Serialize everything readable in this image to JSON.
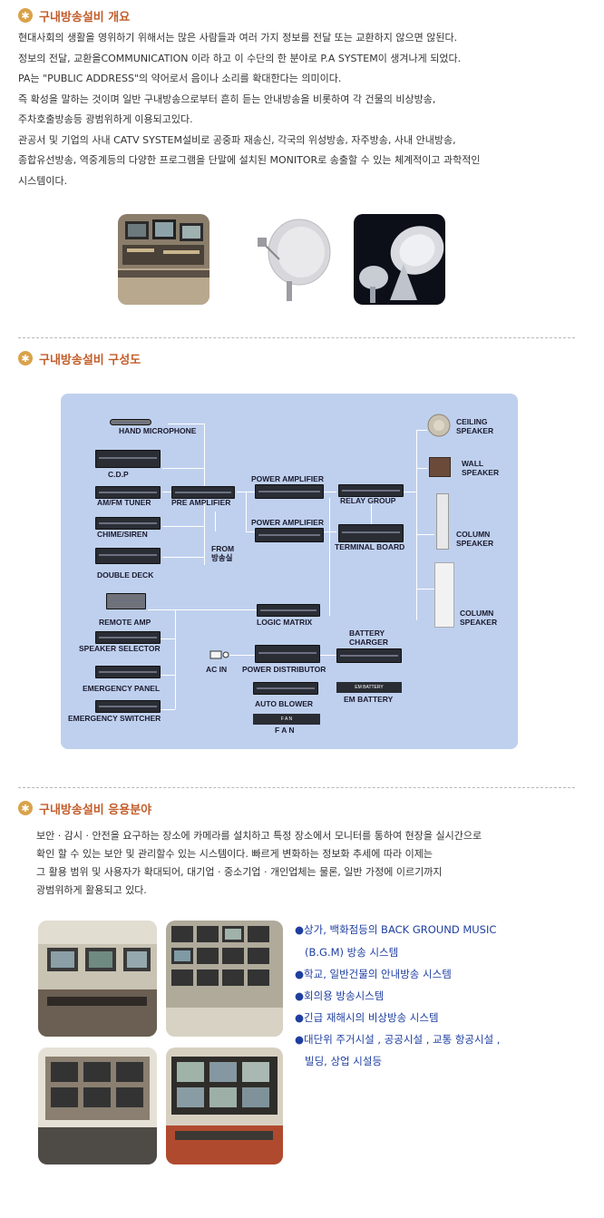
{
  "section1": {
    "title": "구내방송설비 개요",
    "lines": [
      "현대사회의 생활을 영위하기 위해서는 많은 사람들과 여러 가지 정보를 전달 또는 교환하지 않으면 않된다.",
      "정보의 전달, 교환을COMMUNICATION 이라 하고 이 수단의 한 분야로 P.A SYSTEM이 생겨나게 되었다.",
      "PA는 \"PUBLIC ADDRESS\"의 약어로서 음이나 소리를 확대한다는 의미이다.",
      "즉 확성을 말하는 것이며 일반 구내방송으로부터 흔히 듣는 안내방송을 비롯하여 각 건물의 비상방송,",
      "주차호출방송등 광범위하게 이용되고있다.",
      "관공서 및 기업의 사내 CATV SYSTEM설비로 공중파 재송신, 각국의 위성방송, 자주방송, 사내 안내방송,",
      "종합유선방송, 역중계등의 다양한 프로그램을 단말에 설치된 MONITOR로 송출할 수 있는  체계적이고 과학적인",
      "시스템이다."
    ]
  },
  "section2": {
    "title": "구내방송설비 구성도",
    "labels": {
      "hand_microphone": "HAND MICROPHONE",
      "cdp": "C.D.P",
      "amfm_tuner": "AM/FM TUNER",
      "pre_amplifier": "PRE AMPLIFIER",
      "chime_siren": "CHIME/SIREN",
      "from": "FROM",
      "from_room": "방송실",
      "double_deck": "DOUBLE DECK",
      "power_amp_1": "POWER AMPLIFIER",
      "power_amp_2": "POWER AMPLIFIER",
      "relay_group": "RELAY GROUP",
      "terminal_board": "TERMINAL BOARD",
      "ceiling_speaker_1": "CEILING",
      "ceiling_speaker_2": "SPEAKER",
      "wall_speaker_1": "WALL",
      "wall_speaker_2": "SPEAKER",
      "column_speaker_a1": "COLUMN",
      "column_speaker_a2": "SPEAKER",
      "column_speaker_b1": "COLUMN",
      "column_speaker_b2": "SPEAKER",
      "remote_amp": "REMOTE AMP",
      "logic_matrix": "LOGIC MATRIX",
      "speaker_selector": "SPEAKER SELECTOR",
      "battery_charger_1": "BATTERY",
      "battery_charger_2": "CHARGER",
      "ac_in": "AC IN",
      "power_distributor": "POWER DISTRIBUTOR",
      "emergency_panel": "EMERGENCY PANEL",
      "auto_blower": "AUTO BLOWER",
      "em_battery": "EM BATTERY",
      "em_battery_plate": "EM BATTERY",
      "emergency_switcher": "EMERGENCY SWITCHER",
      "fan": "F A N",
      "fan_plate": "F A N"
    }
  },
  "section3": {
    "title": "구내방송설비 응용분야",
    "lines": [
      "보안 · 감시 · 안전을 요구하는 장소에 카메라를 설치하고 특정 장소에서 모니터를 통하여 현장을 실시간으로",
      "확인 할 수 있는 보안 및 관리할수 있는 시스템이다. 빠르게 변화하는 정보화 추세에 따라 이제는",
      "그 활용 범위 및 사용자가 확대되어, 대기업 · 중소기업 · 개인업체는 물론, 일반 가정에 이르기까지",
      "광범위하게 활용되고 있다."
    ],
    "applications": [
      "●상가, 백화점등의 BACK GROUND MUSIC",
      "(B.G.M) 방송 시스템",
      "●학교, 일반건물의 안내방송 시스템",
      "●회의용 방송시스템",
      "●긴급 재해시의 비상방송 시스템",
      "●대단위 주거시설 , 공공시설 , 교통 항공시설 ,",
      "빌딩, 상업 시설등"
    ]
  },
  "colors": {
    "accent": "#c25d2a",
    "star": "#d9a24a",
    "list": "#1f3fa0",
    "diagram_bg": "#bfd0ee"
  },
  "icons": {
    "bullet": "star-circle-icon"
  }
}
